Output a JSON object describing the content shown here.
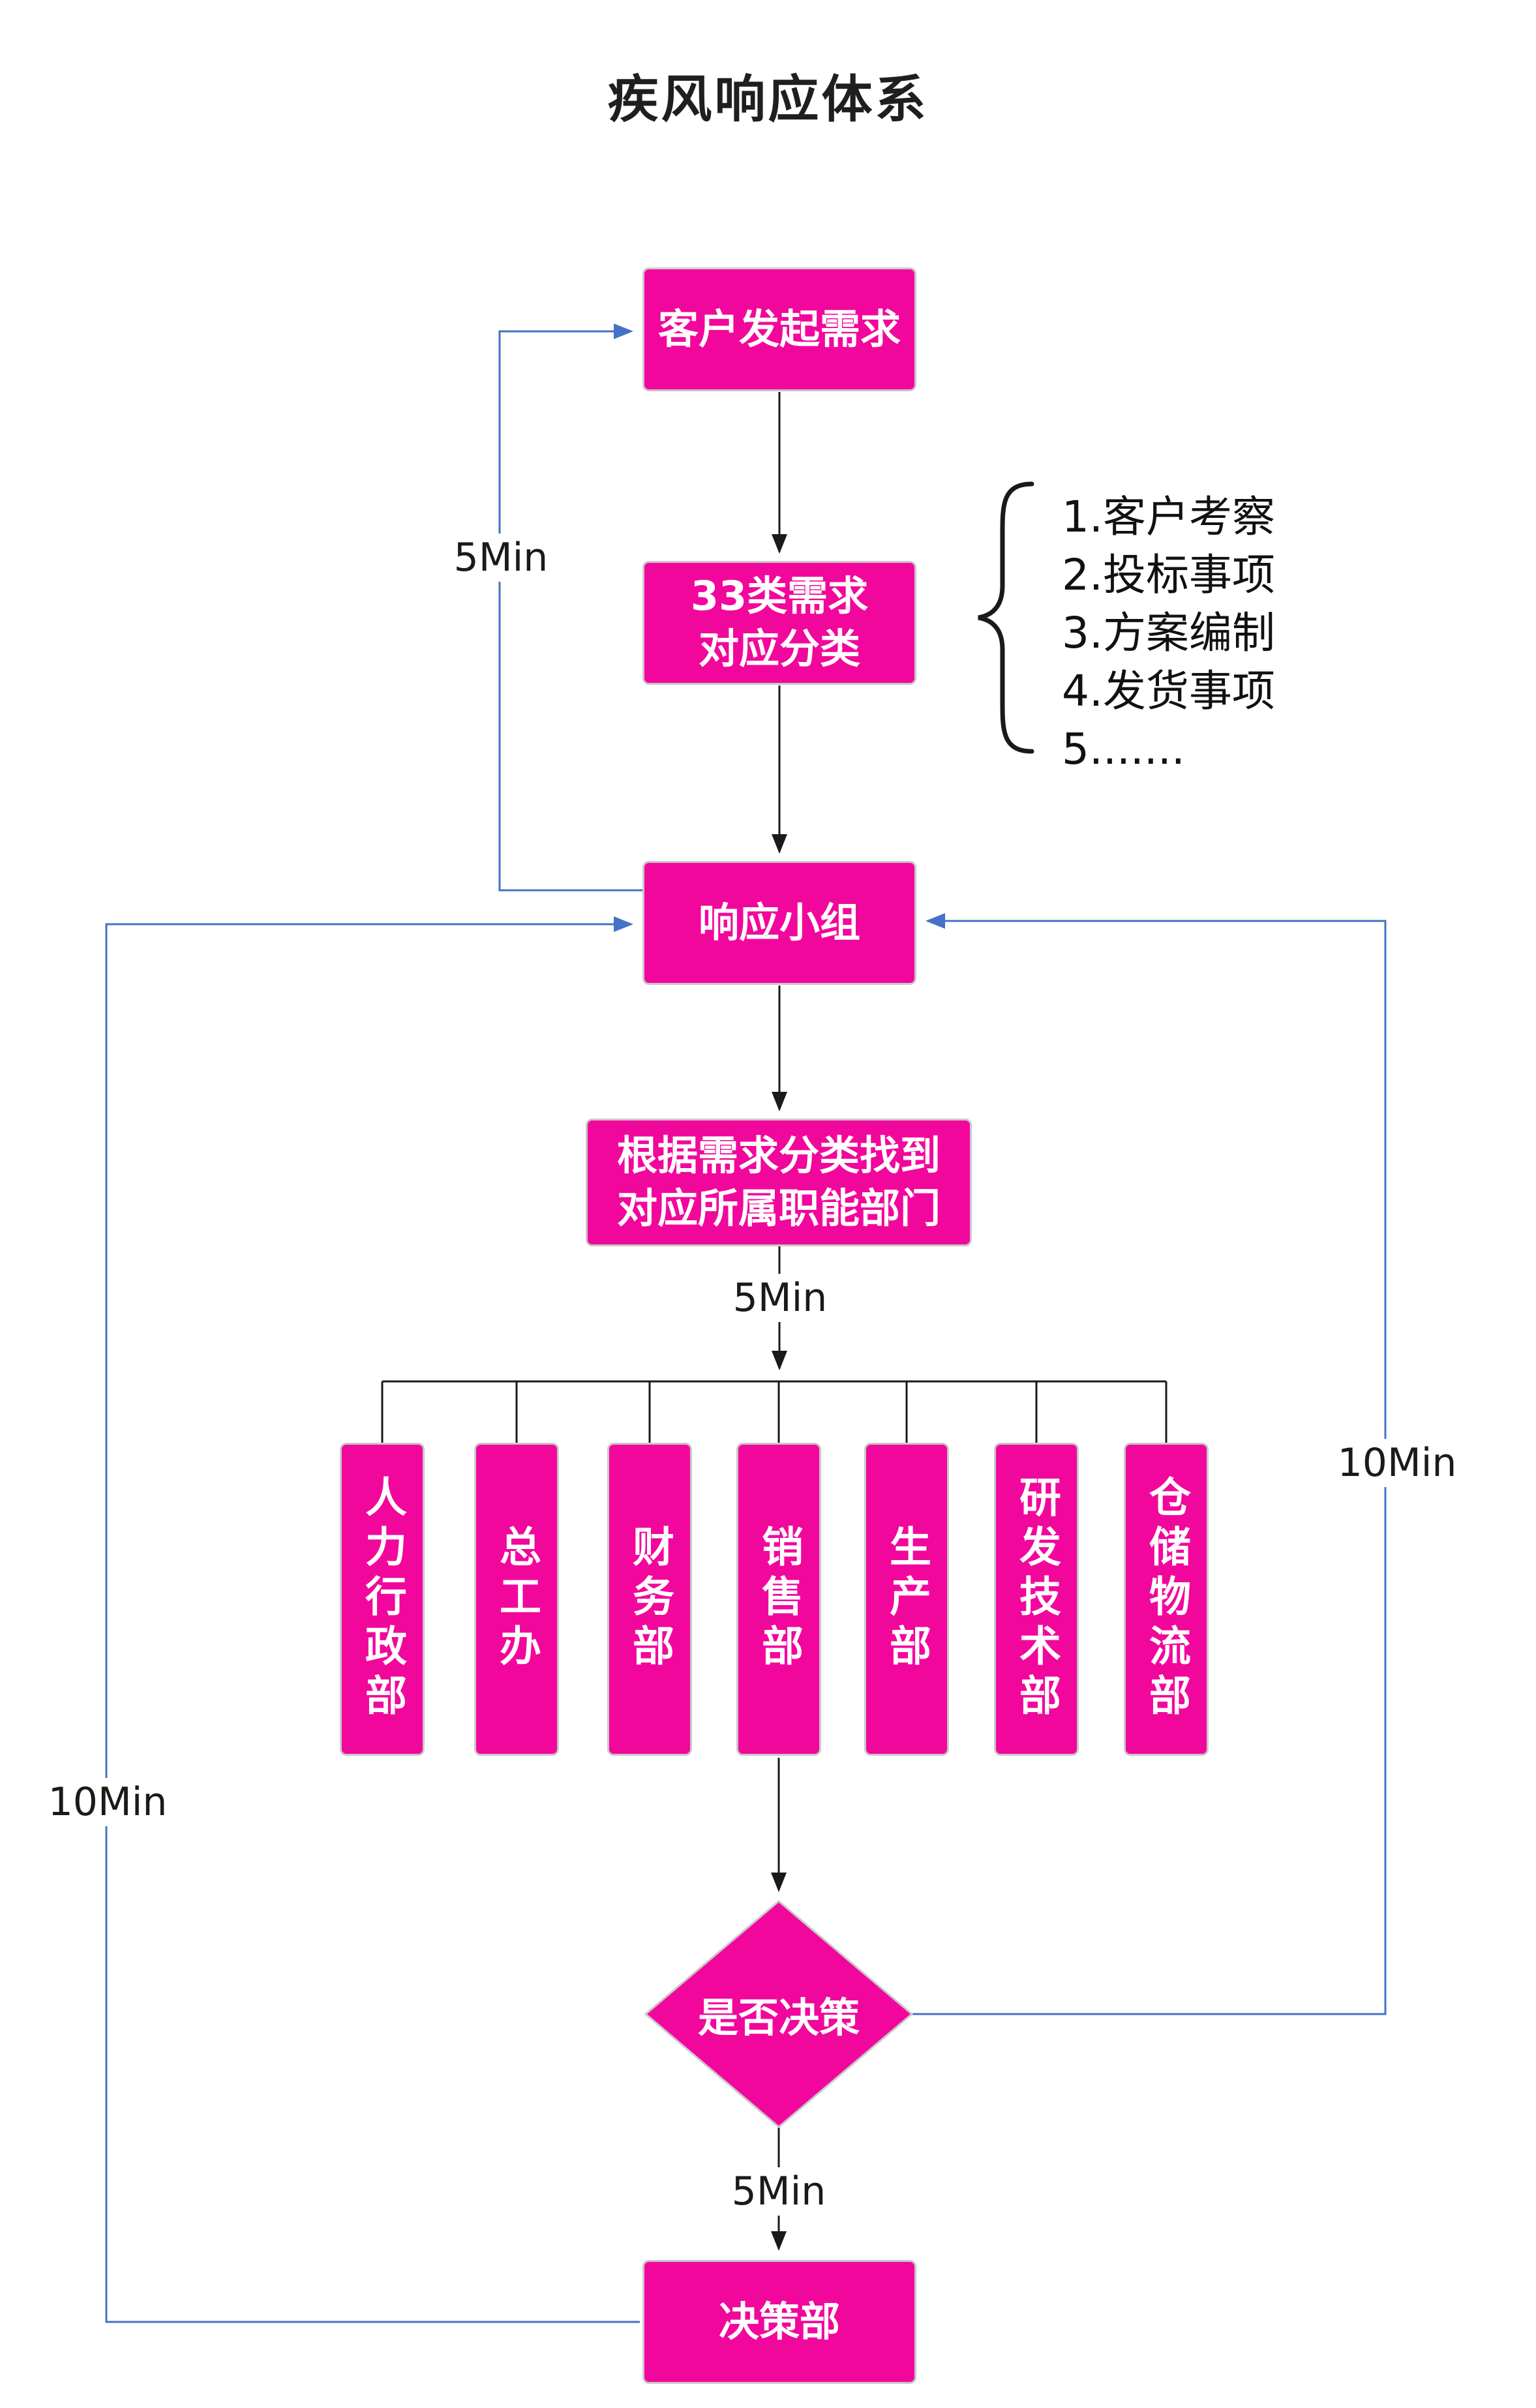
{
  "title": "疾风响应体系",
  "colors": {
    "node_fill": "#F2079D",
    "node_border": "#C9C9C9",
    "node_text": "#FFFFFF",
    "connector": "#1A1A1A",
    "feedback_line": "#4472C4",
    "background": "#FFFFFF"
  },
  "nodes": {
    "customer": "客户发起需求",
    "classify_line1": "33类需求",
    "classify_line2": "对应分类",
    "response_team": "响应小组",
    "find_dept_line1": "根据需求分类找到",
    "find_dept_line2": "对应所属职能部门",
    "decision_diamond": "是否决策",
    "decision_dept": "决策部"
  },
  "departments": [
    "人力行政部",
    "总工办",
    "财务部",
    "销售部",
    "生产部",
    "研发技术部",
    "仓储物流部"
  ],
  "category_list": [
    "1.客户考察",
    "2.投标事项",
    "3.方案编制",
    "4.发货事项",
    "5......."
  ],
  "labels": {
    "loop_team_to_customer": "5Min",
    "find_dept_to_departments": "5Min",
    "diamond_to_decision_dept": "5Min",
    "diamond_to_team": "10Min",
    "decision_dept_to_team": "10Min"
  }
}
